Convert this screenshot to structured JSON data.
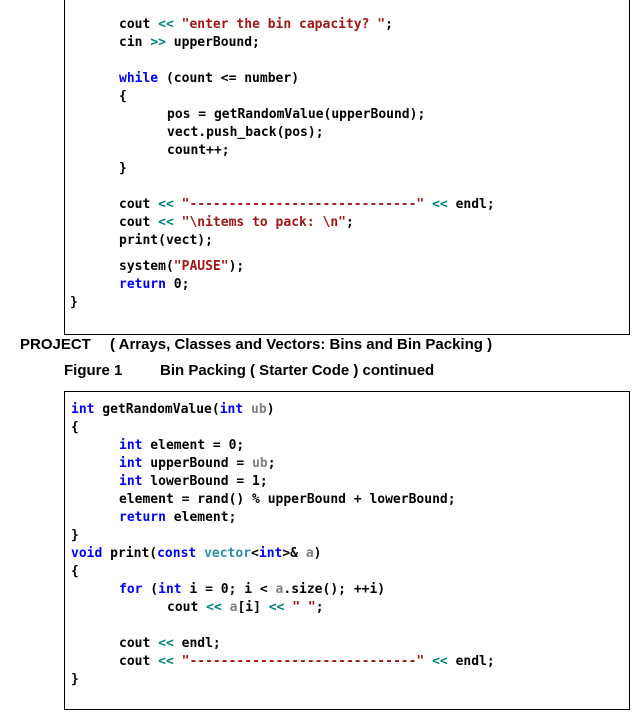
{
  "code_block_1": {
    "lines": [
      "cout << \"enter the bin capacity? \";",
      "cin >> upperBound;",
      "",
      "while (count <= number)",
      "{",
      "    pos = getRandomValue(upperBound);",
      "    vect.push_back(pos);",
      "    count++;",
      "}",
      "",
      "cout << \"-----------------------------\" << endl;",
      "cout << \"\\nitems to pack: \\n\";",
      "print(vect);",
      "",
      "system(\"PAUSE\");",
      "return 0;",
      "}"
    ]
  },
  "project": {
    "label": "PROJECT",
    "title": "( Arrays, Classes and Vectors: Bins and Bin Packing )"
  },
  "figure": {
    "label": "Figure 1",
    "caption": "Bin Packing ( Starter Code ) continued"
  },
  "code_block_2": {
    "lines": [
      "int getRandomValue(int ub)",
      "{",
      "      int element = 0;",
      "      int upperBound = ub;",
      "      int lowerBound = 1;",
      "      element = rand() % upperBound + lowerBound;",
      "      return element;",
      "}",
      "void print(const vector<int>& a)",
      "{",
      "      for (int i = 0; i < a.size(); ++i)",
      "            cout << a[i] << \" \";",
      "",
      "      cout << endl;",
      "      cout << \"-----------------------------\" << endl;",
      "}"
    ]
  }
}
